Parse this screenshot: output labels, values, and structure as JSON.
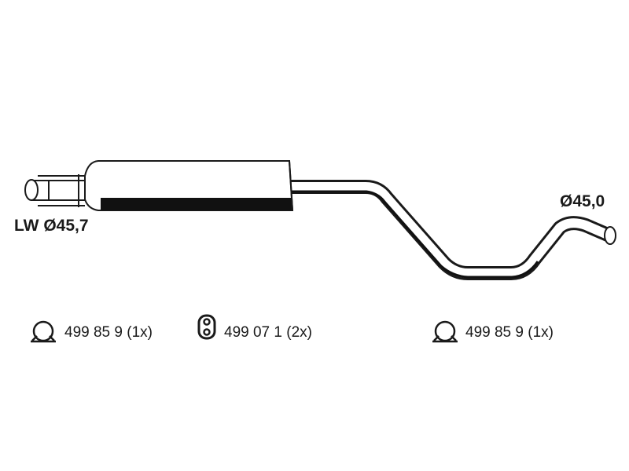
{
  "diagram": {
    "inlet_dimension": "LW Ø45,7",
    "outlet_dimension": "Ø45,0"
  },
  "parts": [
    {
      "icon": "clamp-icon",
      "label": "499 85 9 (1x)"
    },
    {
      "icon": "rubber-hanger-icon",
      "label": "499 07 1 (2x)"
    },
    {
      "icon": "clamp-icon",
      "label": "499 85 9 (1x)"
    }
  ],
  "colors": {
    "line": "#1a1a1a",
    "fill": "#ffffff",
    "band": "#111111"
  }
}
